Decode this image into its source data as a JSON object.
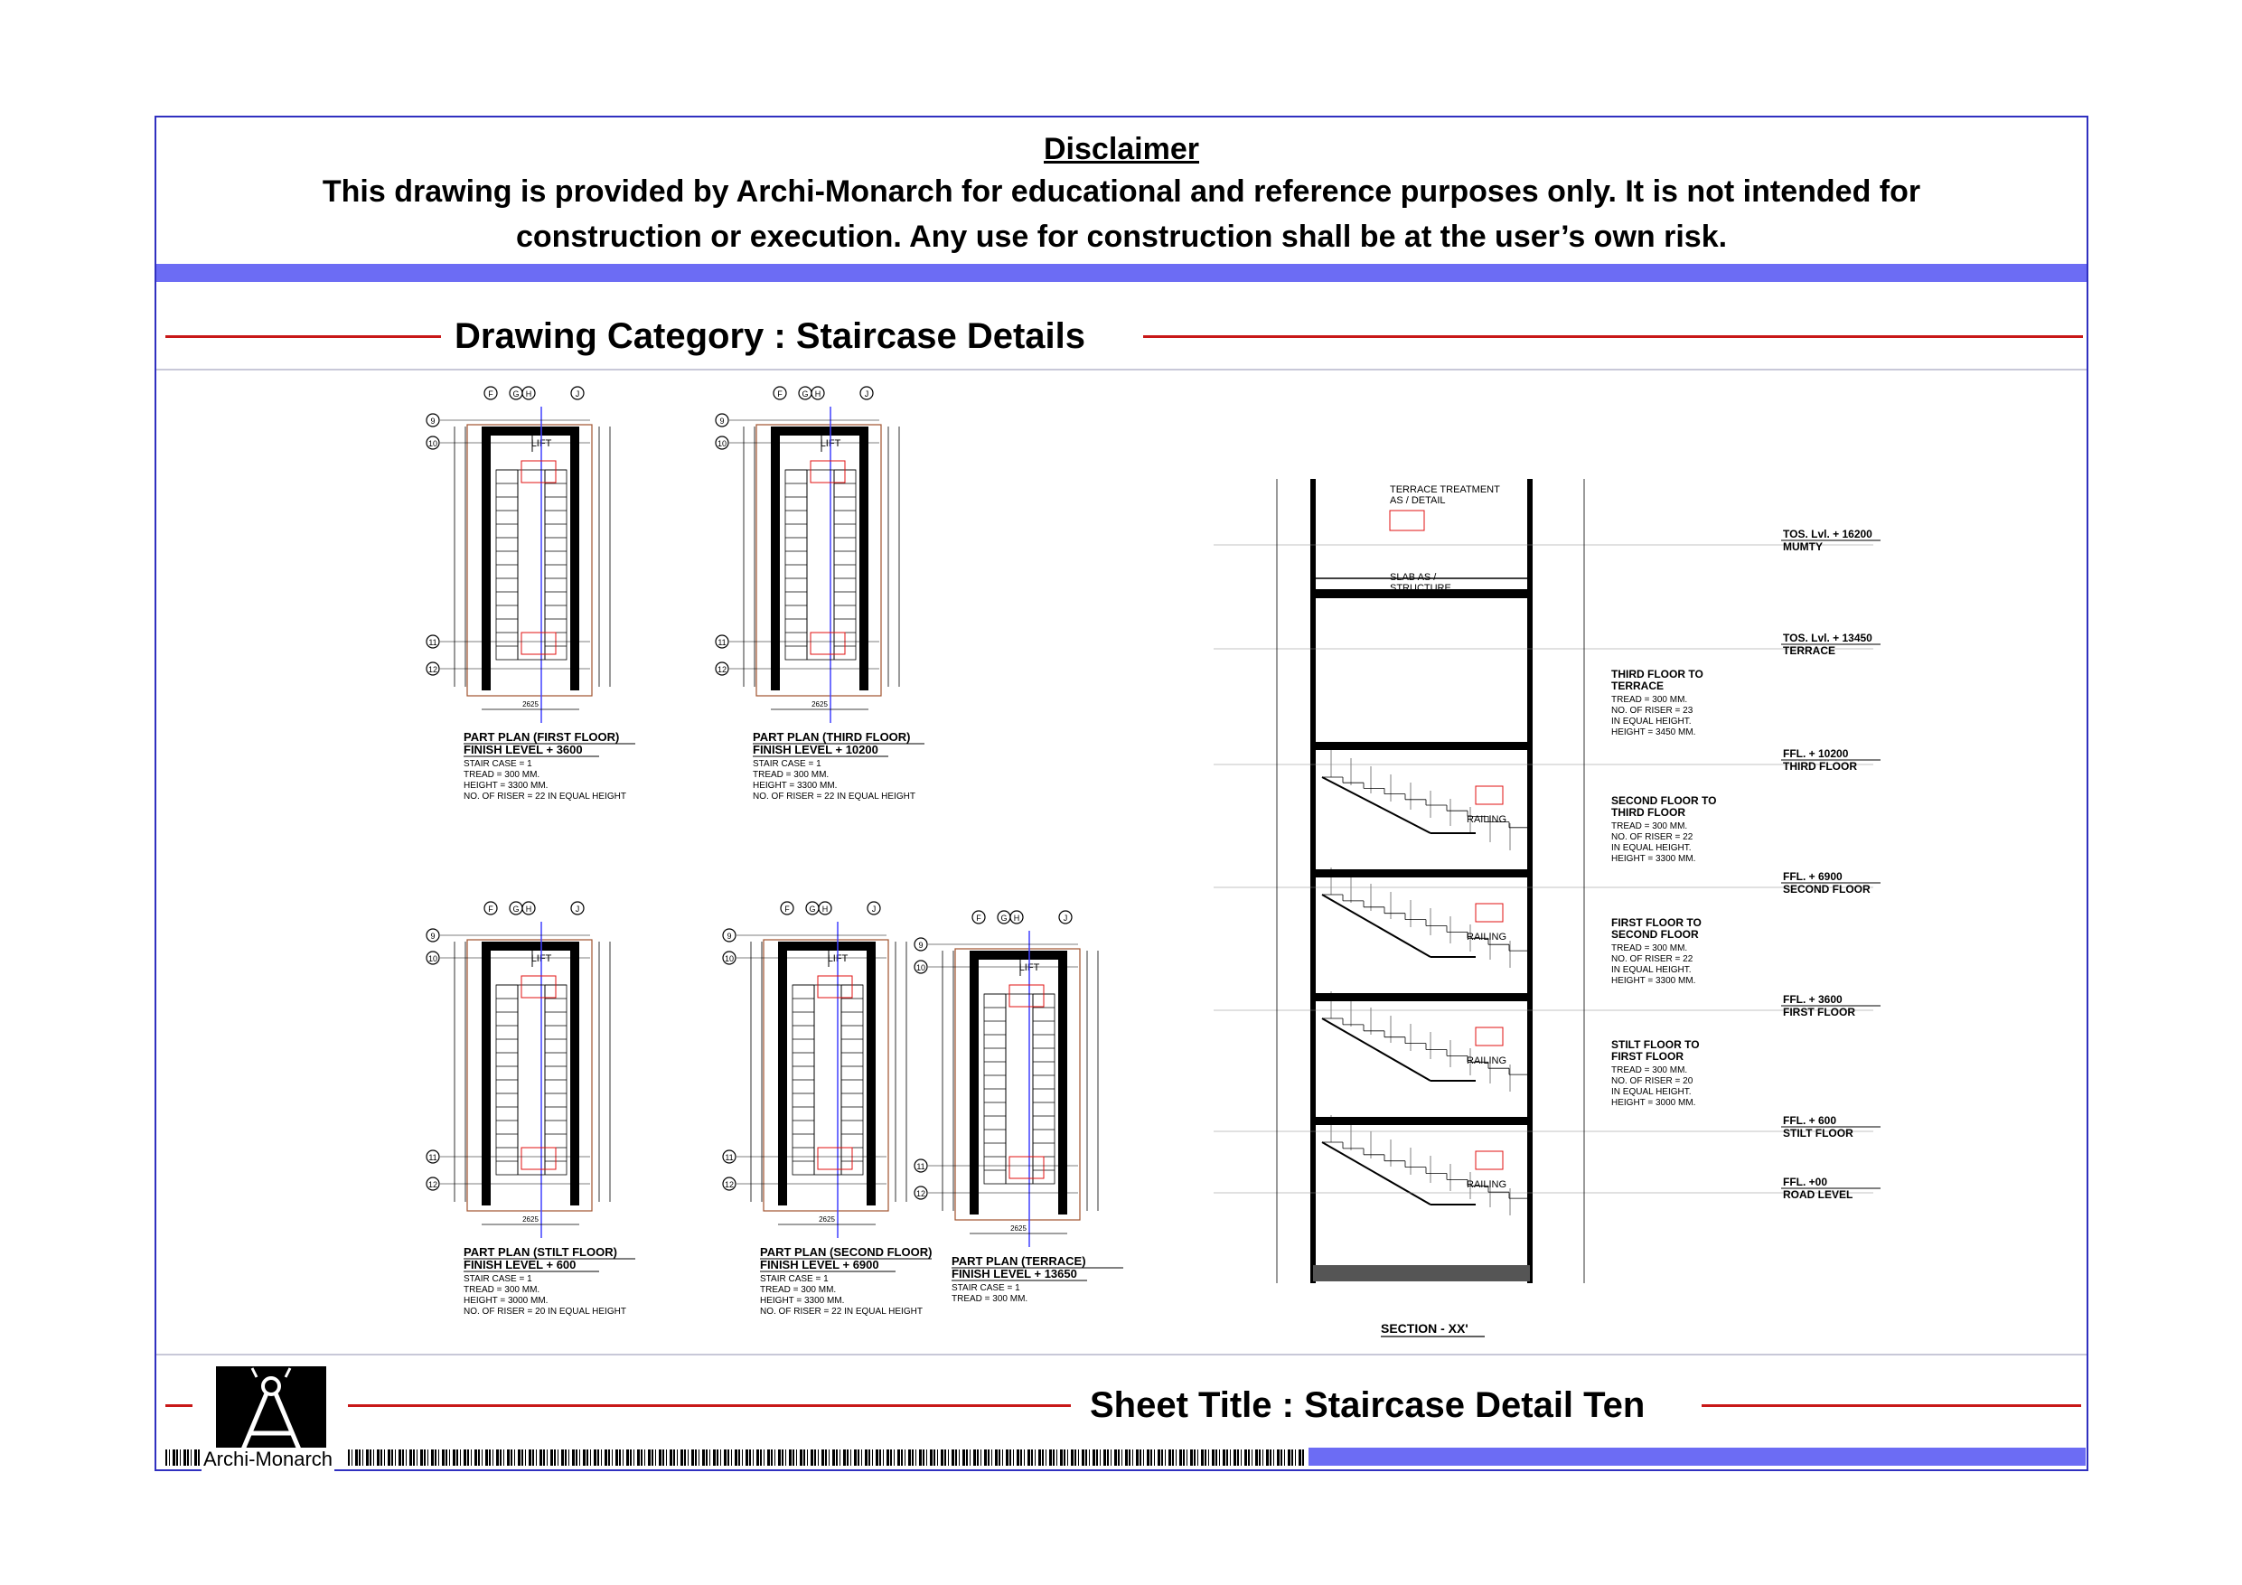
{
  "disclaimer": {
    "heading": "Disclaimer",
    "line1": "This drawing is provided by Archi-Monarch for educational and reference purposes only. It is not intended for",
    "line2": "construction or execution. Any use for construction shall be at the user’s own risk."
  },
  "category": {
    "title": "Drawing Category : Staircase Details"
  },
  "plans": [
    {
      "title": "PART PLAN (FIRST FLOOR)",
      "level": "FINISH LEVEL  + 3600",
      "case": "STAIR CASE = 1",
      "tread": "TREAD              = 300 MM.",
      "height": "HEIGHT             = 3300 MM.",
      "riser": "NO. OF RISER  = 22 IN EQUAL HEIGHT"
    },
    {
      "title": "PART PLAN (THIRD FLOOR)",
      "level": "FINISH LEVEL  + 10200",
      "case": "STAIR CASE = 1",
      "tread": "TREAD              = 300 MM.",
      "height": "HEIGHT             = 3300 MM.",
      "riser": "NO. OF RISER  = 22 IN EQUAL HEIGHT"
    },
    {
      "title": "PART PLAN (STILT FLOOR)",
      "level": "FINISH LEVEL  + 600",
      "case": "STAIR CASE = 1",
      "tread": "TREAD              = 300 MM.",
      "height": "HEIGHT             = 3000 MM.",
      "riser": "NO. OF RISER  = 20 IN EQUAL HEIGHT"
    },
    {
      "title": "PART PLAN (SECOND FLOOR)",
      "level": "FINISH LEVEL  + 6900",
      "case": "STAIR CASE = 1",
      "tread": "TREAD              = 300 MM.",
      "height": "HEIGHT             = 3300 MM.",
      "riser": "NO. OF RISER  = 22 IN EQUAL HEIGHT"
    },
    {
      "title": "PART PLAN (TERRACE)",
      "level": "FINISH LEVEL  + 13650",
      "case": "STAIR CASE = 1",
      "tread": "TREAD              = 300 MM."
    }
  ],
  "plan_labels": {
    "lift": "LIFT",
    "grid_f": "F",
    "grid_g": "G",
    "grid_h": "H",
    "grid_j": "J",
    "g9": "9",
    "g10": "10",
    "g11": "11",
    "g12": "12",
    "width": "2625"
  },
  "section": {
    "title": "SECTION - XX'",
    "terrace_note": "TERRACE TREATMENT AS / DETAIL",
    "terrace_note1": "TERRACE TREATMENT",
    "terrace_note2": "AS / DETAIL",
    "slab_note1": "SLAB AS /",
    "slab_note2": "STRUCTURE",
    "railing": "RAILING",
    "levels": [
      {
        "value": "TOS. Lvl. + 16200",
        "name": "MUMTY"
      },
      {
        "value": "TOS. Lvl. + 13450",
        "name": "TERRACE"
      },
      {
        "value": "FFL. + 10200",
        "name": "THIRD FLOOR"
      },
      {
        "value": "FFL. + 6900",
        "name": "SECOND FLOOR"
      },
      {
        "value": "FFL. + 3600",
        "name": "FIRST FLOOR"
      },
      {
        "value": "FFL. + 600",
        "name": "STILT FLOOR"
      },
      {
        "value": "FFL. +00",
        "name": "ROAD LEVEL"
      }
    ],
    "flights": [
      {
        "t1": "THIRD FLOOR TO",
        "t2": "TERRACE",
        "a": "TREAD = 300 MM.",
        "b": "NO. OF RISER   = 23",
        "c": "IN EQUAL HEIGHT.",
        "d": "HEIGHT = 3450 MM."
      },
      {
        "t1": "SECOND FLOOR TO",
        "t2": "THIRD FLOOR",
        "a": "TREAD = 300 MM.",
        "b": "NO. OF RISER   = 22",
        "c": "IN EQUAL HEIGHT.",
        "d": "HEIGHT = 3300 MM."
      },
      {
        "t1": "FIRST FLOOR TO",
        "t2": "SECOND FLOOR",
        "a": "TREAD = 300 MM.",
        "b": "NO. OF RISER   = 22",
        "c": "IN EQUAL HEIGHT.",
        "d": "HEIGHT = 3300 MM."
      },
      {
        "t1": "STILT FLOOR TO",
        "t2": "FIRST FLOOR",
        "a": "TREAD = 300 MM.",
        "b": "NO. OF RISER   = 20",
        "c": "IN EQUAL HEIGHT.",
        "d": "HEIGHT = 3000 MM."
      }
    ]
  },
  "footer": {
    "sheet_title": "Sheet Title : Staircase Detail Ten",
    "brand": "Archi-Monarch"
  },
  "colors": {
    "frame": "#3030c0",
    "band": "#6c6cf4",
    "rule": "#c81818",
    "tag": "#e01010"
  }
}
